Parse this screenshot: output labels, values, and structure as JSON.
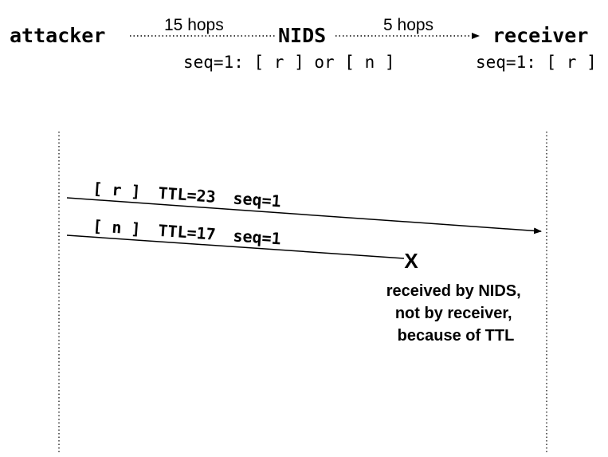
{
  "nodes": {
    "attacker": "attacker",
    "nids": "NIDS",
    "receiver": "receiver"
  },
  "hops": {
    "attacker_to_nids": "15 hops",
    "nids_to_receiver": "5 hops"
  },
  "state": {
    "nids_seq": "seq=1: [ r ] or [ n ]",
    "receiver_seq": "seq=1: [ r ]"
  },
  "packets": [
    {
      "payload": "[ r ]",
      "ttl": "TTL=23",
      "seq": "seq=1"
    },
    {
      "payload": "[ n ]",
      "ttl": "TTL=17",
      "seq": "seq=1"
    }
  ],
  "drop": {
    "mark": "X",
    "note_lines": [
      "received by NIDS,",
      "not by receiver,",
      "because of TTL"
    ]
  },
  "colors": {
    "ink": "#000000",
    "background": "#ffffff"
  }
}
